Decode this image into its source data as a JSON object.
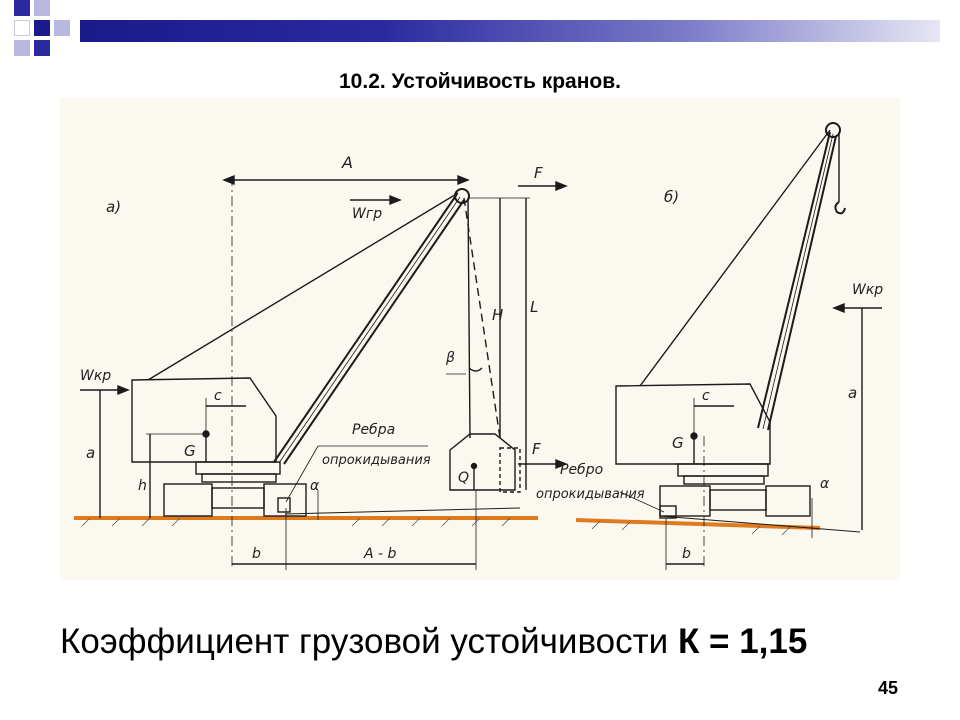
{
  "slide": {
    "title": "10.2. Устойчивость кранов.",
    "caption_text": "Коэффициент грузовой устойчивости",
    "caption_formula": "К = 1,15",
    "page_number": "45"
  },
  "colors": {
    "header_dark": "#1a1a8c",
    "header_light": "#e6e6f4",
    "ground": "#e07a1f",
    "drawing": "#1b1b1b",
    "paper": "#fbf8ef"
  },
  "figure_a": {
    "panel": "а)",
    "labels": {
      "A": "A",
      "W_gr": "Wгр",
      "F_top": "F",
      "H": "H",
      "L": "L",
      "beta": "β",
      "W_kr": "Wкр",
      "a": "a",
      "c": "c",
      "G": "G",
      "h": "h",
      "Q": "Q",
      "F_bottom": "F",
      "alpha": "α",
      "b": "b",
      "A_minus_b": "A - b",
      "rebro_1": "Ребра",
      "rebro_2": "опрокидывания"
    }
  },
  "figure_b": {
    "panel": "б)",
    "labels": {
      "W_kr": "Wкр",
      "a": "a",
      "c": "c",
      "G": "G",
      "alpha": "α",
      "b": "b",
      "rebro_1": "Ребро",
      "rebro_2": "опрокидывания"
    }
  }
}
